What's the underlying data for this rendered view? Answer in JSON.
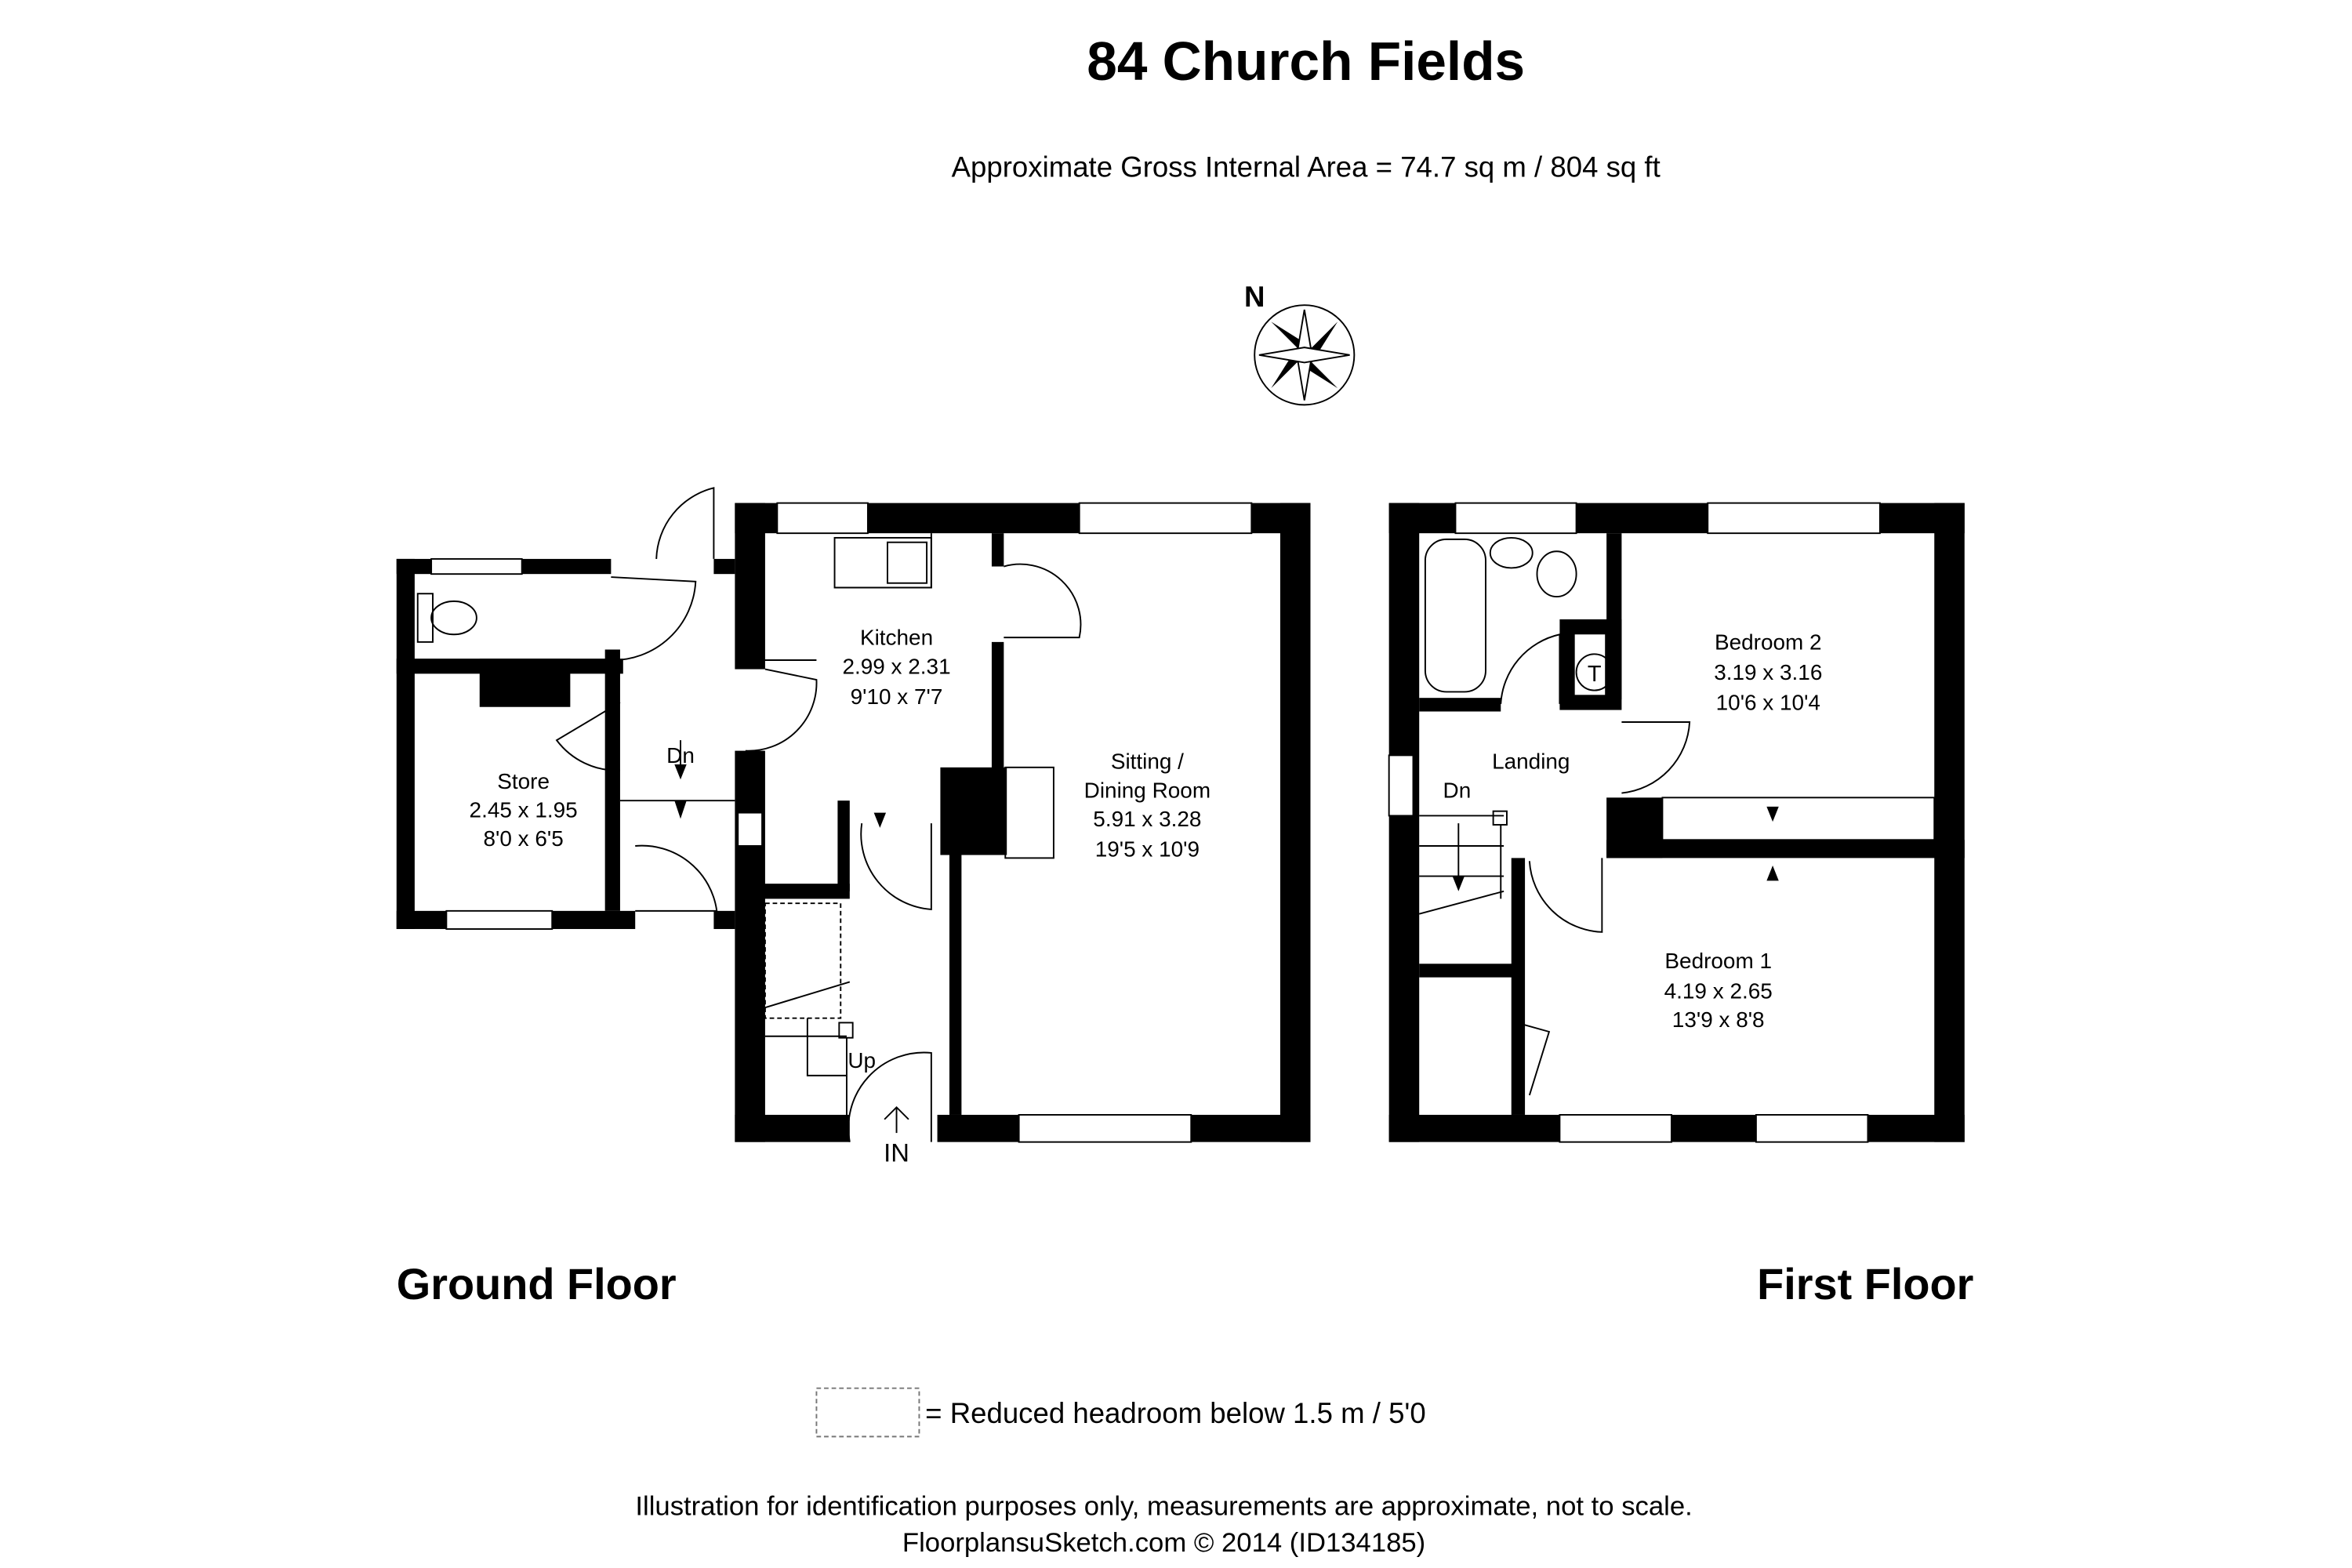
{
  "header": {
    "title": "84 Church Fields",
    "subtitle": "Approximate Gross Internal Area = 74.7 sq m / 804 sq ft"
  },
  "compass": {
    "label": "N"
  },
  "ground_floor": {
    "label": "Ground Floor",
    "rooms": [
      {
        "name": "Kitchen",
        "metric": "2.99 x 2.31",
        "imperial": "9'10 x 7'7"
      },
      {
        "name": "Sitting /",
        "name2": "Dining Room",
        "metric": "5.91 x 3.28",
        "imperial": "19'5 x 10'9"
      },
      {
        "name": "Store",
        "metric": "2.45 x 1.95",
        "imperial": "8'0 x 6'5"
      }
    ],
    "stairs_down": "Dn",
    "stairs_up": "Up",
    "entrance": "IN"
  },
  "first_floor": {
    "label": "First Floor",
    "rooms": [
      {
        "name": "Bedroom 2",
        "metric": "3.19 x 3.16",
        "imperial": "10'6 x 10'4"
      },
      {
        "name": "Bedroom 1",
        "metric": "4.19 x 2.65",
        "imperial": "13'9 x 8'8"
      },
      {
        "name": "Landing"
      }
    ],
    "stairs_down": "Dn",
    "tank": "T"
  },
  "legend": {
    "text": "=  Reduced headroom below 1.5 m / 5'0"
  },
  "footer": {
    "line1": "Illustration for identification purposes only, measurements are approximate, not to scale.",
    "line2": "FloorplansuSketch.com © 2014 (ID134185)"
  }
}
